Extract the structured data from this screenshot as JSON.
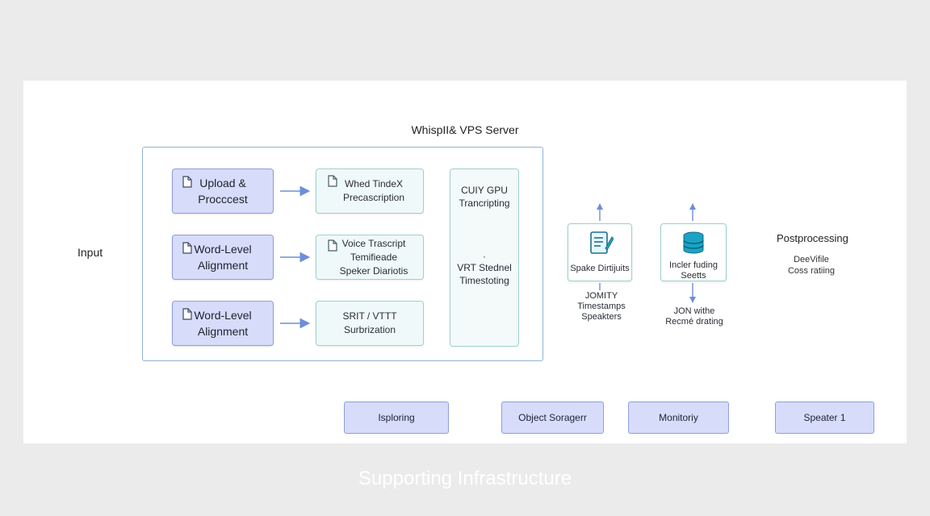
{
  "diagram": {
    "server_title": "WhispII& VPS Server",
    "input_label": "Input",
    "stages": [
      {
        "label": "Upload &\nProcccest",
        "icon": "document-icon"
      },
      {
        "label": "Word-Level\nAlignment",
        "icon": "document-icon"
      },
      {
        "label": "Word-Level\nAlignment",
        "icon": "document-icon"
      }
    ],
    "processes": [
      {
        "label": "Whed TindeX\nPrecascription",
        "icon": "document-icon"
      },
      {
        "label": "Voice Trascript\nTemifieade\nSpeker Diariotis",
        "icon": "document-icon"
      },
      {
        "label": "SRIT / VTTT\nSurbrization",
        "icon": ""
      }
    ],
    "gpu_panel": {
      "top_text": "CUIY GPU\nTrancripting",
      "dot": "·",
      "bottom_text": "VRT Stednel\nTimestoting"
    },
    "speaker_card": {
      "label": "Spake Dirtijuits",
      "icon": "notepad-icon",
      "note": "JOMITY\nTimestamps\nSpeakters"
    },
    "index_card": {
      "label": "Incler fuding\nSeetts",
      "icon": "database-icon",
      "note": "JON withe\nRecmé drating"
    },
    "postprocessing": {
      "title": "Postprocessing",
      "subtitle": "DeeVifile\nCoss ratiing"
    },
    "infrastructure": {
      "items": [
        "Isploring",
        "Object Soragerr",
        "Monitoriy",
        "Speater 1"
      ],
      "title": "Supporting Infrastructure"
    },
    "colors": {
      "stage_fill": "#d6dcfa",
      "stage_border": "#8f9fdc",
      "process_border": "#9ed0d0",
      "arrow": "#6d8fd9",
      "database": "#1aa3c4"
    }
  }
}
